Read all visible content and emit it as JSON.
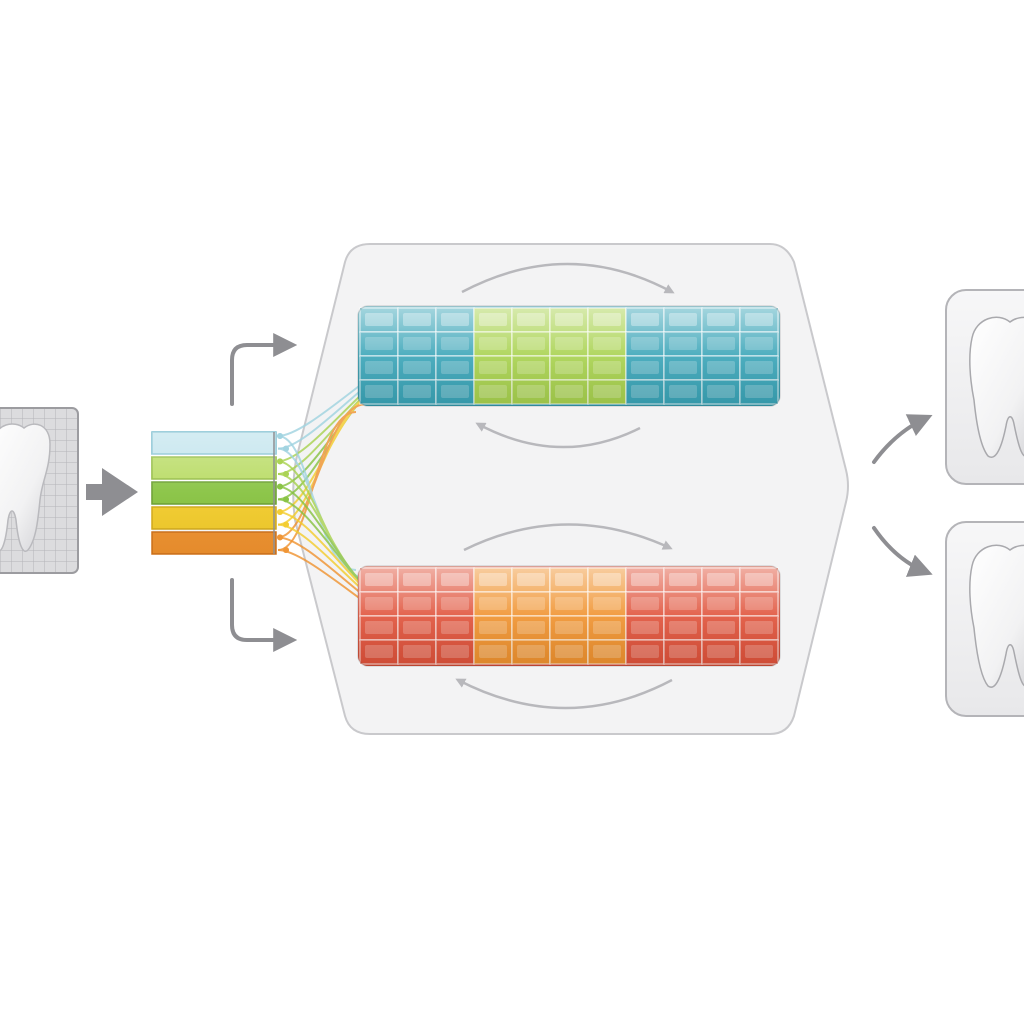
{
  "diagram": {
    "text": [],
    "colors": {
      "background": "#ffffff",
      "panel_fill": "#f3f3f4",
      "panel_stroke": "#c9c9cc",
      "arrow": "#8e8e92",
      "tooth_fill": "#fbfbfb",
      "tooth_shade": "#d9d9dc",
      "teal": "#3aa5b8",
      "light_green": "#a8d24e",
      "green": "#86c23f",
      "yellow": "#f3cc2a",
      "orange": "#f0922e",
      "light_blue": "#9fd3e0",
      "red": "#e0523a",
      "peach": "#f4a56a"
    },
    "nodes": [
      {
        "id": "input-tooth",
        "kind": "tooth-on-grid",
        "icon": "tooth-icon"
      },
      {
        "id": "stacked-layers",
        "kind": "layer-stack",
        "layers": [
          "light_blue",
          "light_green",
          "green",
          "yellow",
          "orange"
        ]
      },
      {
        "id": "processing-panel",
        "kind": "panel"
      },
      {
        "id": "grid-block-cool",
        "kind": "cell-grid",
        "rows": 4,
        "cols": 11,
        "palette": [
          "teal",
          "light_green",
          "teal"
        ]
      },
      {
        "id": "grid-block-warm",
        "kind": "cell-grid",
        "rows": 4,
        "cols": 11,
        "palette": [
          "red",
          "orange",
          "red"
        ]
      },
      {
        "id": "output-tooth-1",
        "kind": "tooth-card",
        "icon": "tooth-icon"
      },
      {
        "id": "output-tooth-2",
        "kind": "tooth-card",
        "icon": "tooth-icon"
      }
    ],
    "edges": [
      {
        "from": "input-tooth",
        "to": "stacked-layers",
        "style": "block-arrow"
      },
      {
        "from": "stacked-layers",
        "to": "grid-block-cool",
        "style": "curved-fan"
      },
      {
        "from": "stacked-layers",
        "to": "grid-block-warm",
        "style": "curved-fan"
      },
      {
        "from": "processing-panel",
        "to": "output-tooth-1",
        "style": "curved-arrow"
      },
      {
        "from": "processing-panel",
        "to": "output-tooth-2",
        "style": "curved-arrow"
      }
    ]
  }
}
